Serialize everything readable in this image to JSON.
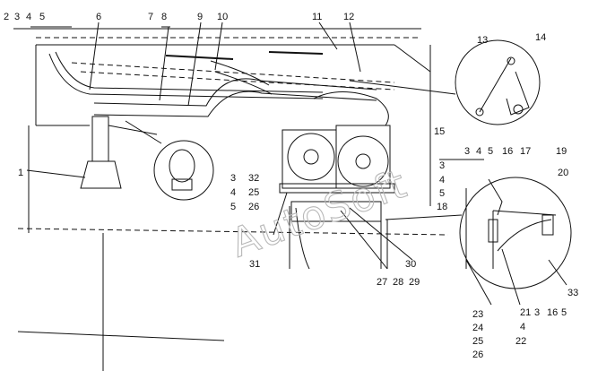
{
  "watermark": "AutoSoft",
  "labels_top": [
    "2",
    "3",
    "4",
    "5",
    "6",
    "7",
    "8",
    "9",
    "10",
    "11",
    "12"
  ],
  "labels_right": [
    "13",
    "14",
    "15",
    "3",
    "4",
    "5",
    "16",
    "17",
    "19",
    "20",
    "3",
    "4",
    "5",
    "18",
    "33"
  ],
  "labels_left": [
    "1",
    "3",
    "32",
    "4",
    "25",
    "5",
    "26",
    "31"
  ],
  "labels_bottom": [
    "30",
    "27",
    "28",
    "29",
    "21",
    "3",
    "16",
    "5",
    "23",
    "24",
    "4",
    "25",
    "22",
    "26"
  ]
}
